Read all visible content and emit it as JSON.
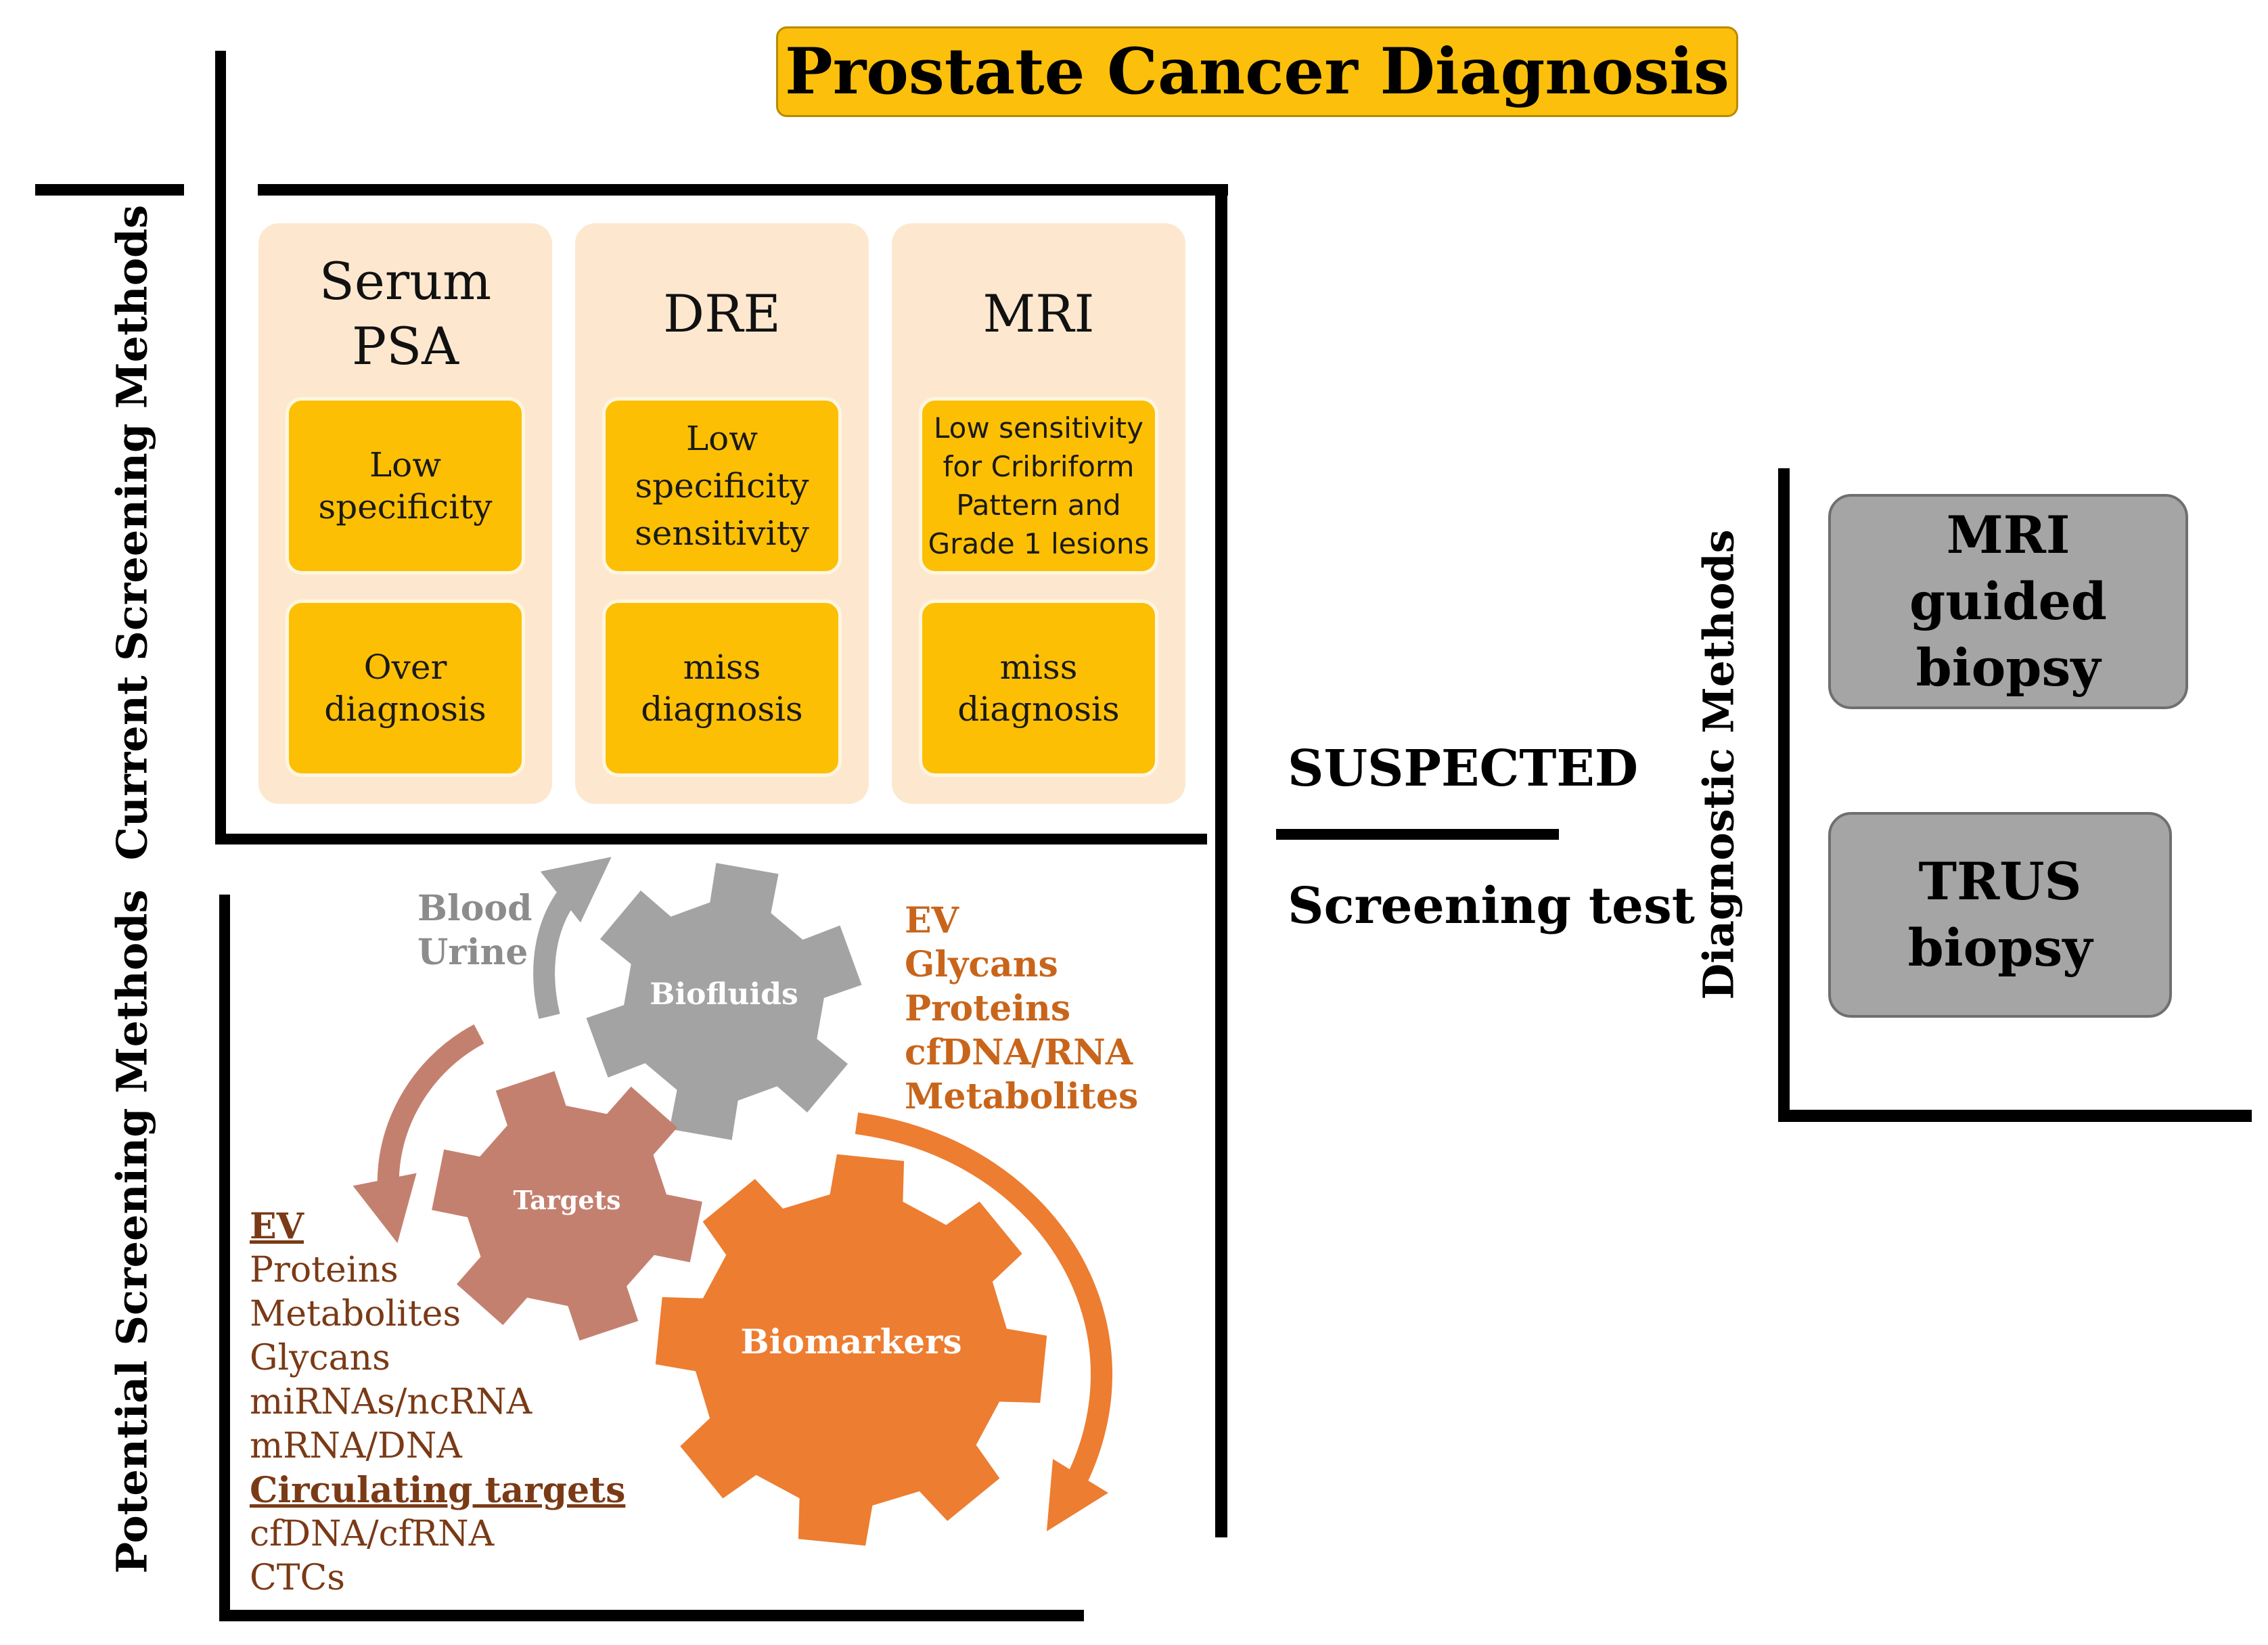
{
  "title": "Prostate Cancer Diagnosis",
  "side_labels": {
    "current": "Current Screening Methods",
    "potential": "Potential Screening Methods",
    "diagnostic": "Diagnostic Methods"
  },
  "current_methods": [
    {
      "title": "Serum\nPSA",
      "cells": [
        "Low\nspecificity",
        "Over\ndiagnosis"
      ]
    },
    {
      "title": "DRE",
      "cells": [
        "Low\nspecificity\nsensitivity",
        "miss\ndiagnosis"
      ]
    },
    {
      "title": "MRI",
      "cells": [
        "Low sensitivity\nfor Cribriform\nPattern and\nGrade 1 lesions",
        "miss\ndiagnosis"
      ]
    }
  ],
  "suspected": "SUSPECTED",
  "screening_test": "Screening test",
  "diagnostic_methods": [
    "MRI\nguided\nbiopsy",
    "TRUS\nbiopsy"
  ],
  "gears": {
    "biofluids": "Biofluids",
    "targets": "Targets",
    "biomarkers": "Biomarkers"
  },
  "biofluid_sources": [
    "Blood",
    "Urine"
  ],
  "biomarker_list": [
    "EV",
    "Glycans",
    "Proteins",
    "cfDNA/RNA",
    "Metabolites"
  ],
  "target_list": {
    "ev_heading": "EV",
    "ev_items": [
      "Proteins",
      "Metabolites",
      "Glycans",
      "miRNAs/ncRNA",
      "mRNA/DNA"
    ],
    "circulating_heading": "Circulating targets",
    "circulating_items": [
      "cfDNA/cfRNA",
      "CTCs"
    ]
  },
  "colors": {
    "title_fill": "#fbbf0c",
    "column_fill": "#fde8cf",
    "cell_fill": "#fcbf04",
    "gray_gear": "#a3a3a3",
    "targets_gear": "#c4806f",
    "biomarkers_gear": "#ed7d31",
    "orange_text": "#c8651b",
    "brown_text": "#7a3a16",
    "gray_text": "#8c8c8c",
    "diag_box": "#a5a5a5"
  }
}
